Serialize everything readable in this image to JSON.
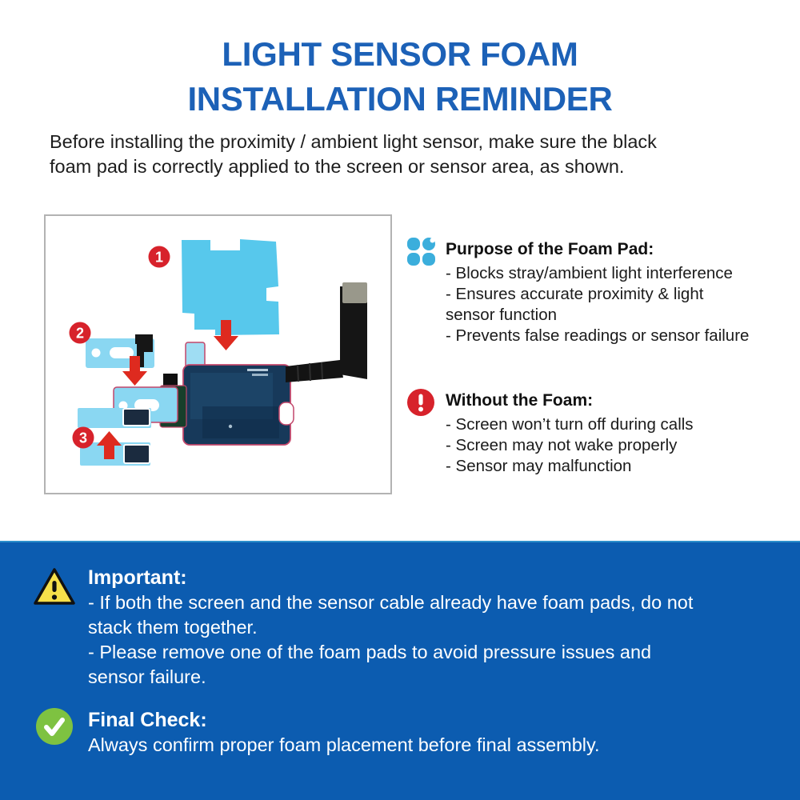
{
  "page": {
    "title_lines": [
      "LIGHT SENSOR FOAM",
      "INSTALLATION REMINDER"
    ],
    "intro_lines": [
      "Before installing the proximity / ambient light sensor, make sure the black",
      "foam pad is correctly applied to the screen or sensor area, as shown."
    ],
    "diagram": {
      "alt": "Proximity / ambient light sensor flex cable photo showing three black foam pads with red arrows indicating placement",
      "step_labels": [
        "1",
        "2",
        "3"
      ]
    },
    "info_sections": [
      {
        "icon": "clover-icon",
        "heading": "Purpose of the Foam Pad:",
        "lines": [
          "- Blocks stray/ambient light interference",
          "- Ensures accurate proximity & light",
          "sensor function",
          "- Prevents false readings or sensor failure"
        ]
      },
      {
        "icon": "alert-icon",
        "heading": "Without the Foam:",
        "lines": [
          "- Screen won’t turn off during calls",
          "- Screen may not wake properly",
          "- Sensor may malfunction"
        ]
      }
    ],
    "alerts": [
      {
        "icon": "warning-triangle-icon",
        "heading": "Important:",
        "lines": [
          "- If both the screen and the sensor cable already have foam pads, do not",
          "stack them together.",
          "- Please remove one of the foam pads to avoid pressure issues and",
          "sensor failure."
        ]
      },
      {
        "icon": "check-icon",
        "heading": "Final Check:",
        "lines": [
          "Always confirm proper foam placement before final assembly."
        ]
      }
    ],
    "colors": {
      "title_blue": "#1C61B7",
      "panel_blue": "#0C5CB0",
      "step_badge_red": "#D7222B",
      "arrow_red": "#DE2A1F",
      "foam_cyan": "#57C8EC",
      "foam_cyan_light": "#8AD7F2",
      "warning_yellow": "#F6E04A",
      "check_green": "#7EC241",
      "info_icon_blue": "#3BAEDC"
    }
  }
}
